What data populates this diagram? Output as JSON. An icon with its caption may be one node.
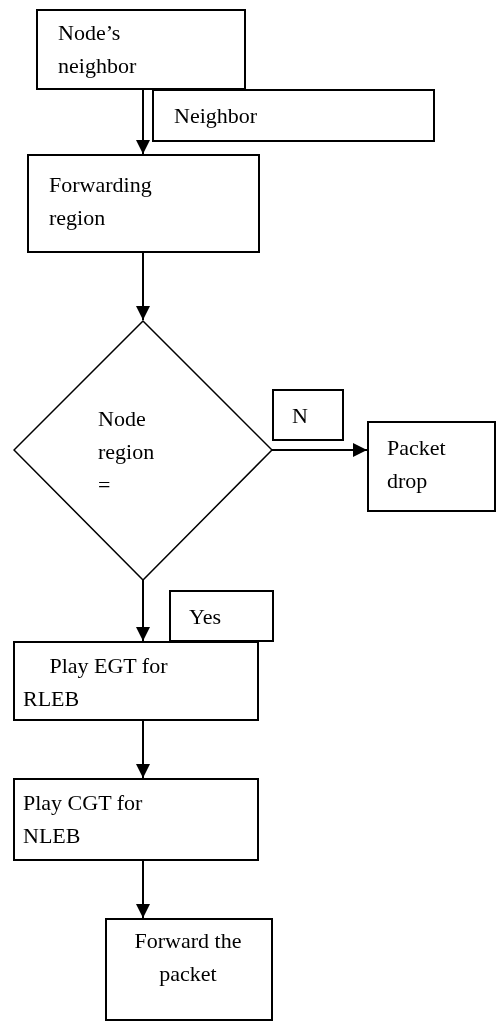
{
  "diagram": {
    "nodes": [
      {
        "text": [
          "Node’s neighbor"
        ]
      },
      {
        "text": [
          "Neighbor"
        ]
      },
      {
        "text": [
          "Forwarding region"
        ]
      },
      {
        "text": [
          "Node region ="
        ]
      },
      {
        "text": [
          "N"
        ]
      },
      {
        "text": [
          "Packet drop"
        ]
      },
      {
        "text": [
          "Yes"
        ]
      },
      {
        "text": [
          "Play EGT for RLEB"
        ]
      },
      {
        "text": [
          "Play CGT for NLEB"
        ]
      },
      {
        "text": [
          "Forward the packet"
        ]
      }
    ],
    "edges": [
      {
        "from": 0,
        "to": 2,
        "arrow": "to"
      },
      {
        "from": 2,
        "to": 3,
        "arrow": "to"
      },
      {
        "from": 3,
        "to": 5,
        "arrow": "to"
      },
      {
        "from": 3,
        "to": 7,
        "arrow": "to"
      },
      {
        "from": 7,
        "to": 8,
        "arrow": "to"
      },
      {
        "from": 8,
        "to": 9,
        "arrow": "to"
      }
    ]
  }
}
